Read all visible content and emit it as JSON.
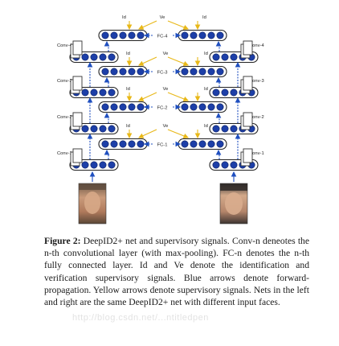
{
  "diagram": {
    "conv_layers": [
      {
        "left_label": "Conv-4",
        "right_label": "Conv-4"
      },
      {
        "left_label": "Conv-3",
        "right_label": "Conv-3"
      },
      {
        "left_label": "Conv-2",
        "right_label": "Conv-2"
      },
      {
        "left_label": "Conv-1",
        "right_label": "Conv-1"
      }
    ],
    "fc_layers": [
      "FC-4",
      "FC-3",
      "FC-2",
      "FC-1"
    ],
    "id_label": "Id",
    "ve_label": "Ve",
    "colors": {
      "neuron_fill": "#1d3fa8",
      "neuron_border": "#222222",
      "blue_arrow": "#1f4fbf",
      "yellow_arrow": "#e8b818"
    },
    "faces": {
      "left_face": "face-photo-left",
      "right_face": "face-photo-right"
    }
  },
  "caption": {
    "figure_label": "Figure 2:",
    "text": "DeepID2+ net and supervisory signals. Conv-n deneotes the n-th convolutional layer (with max-pooling). FC-n denotes the n-th fully connected layer. Id and Ve denote the identification and verification supervisory signals. Blue arrows denote forward-propagation. Yellow arrows denote supervisory signals. Nets in the left and right are the same DeepID2+ net with different input faces."
  },
  "watermark": "http://blog.csdn.net/...ntitledpen"
}
